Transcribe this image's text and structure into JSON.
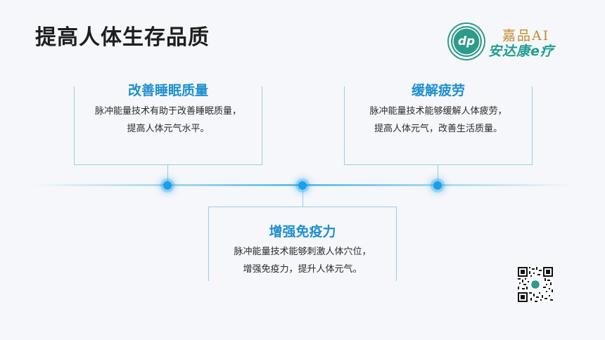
{
  "slide": {
    "title": "提高人体生存品质"
  },
  "logo": {
    "brand": "嘉品AI",
    "name": "安达康e疗",
    "badge_colors": {
      "bg": "#2e9a8a",
      "ring": "#ffffff"
    }
  },
  "cards": [
    {
      "title": "改善睡眠质量",
      "lines": [
        "脉冲能量技术有助于改善睡眠质量，",
        "提高人体元气水平。"
      ]
    },
    {
      "title": "缓解疲劳",
      "lines": [
        "脉冲能量技术能够缓解人体疲劳，",
        "提高人体元气，改善生活质量。"
      ]
    },
    {
      "title": "增强免疫力",
      "lines": [
        "脉冲能量技术能够刺激人体穴位，",
        "增强免疫力，提升人体元气。"
      ]
    }
  ],
  "colors": {
    "accent": "#1e8fd0",
    "node": "#1a9fe8",
    "border": "#9fcde2",
    "title": "#1e1e1e"
  },
  "icons": {
    "logo": "dp-badge-icon",
    "qr": "qr-code-icon"
  }
}
